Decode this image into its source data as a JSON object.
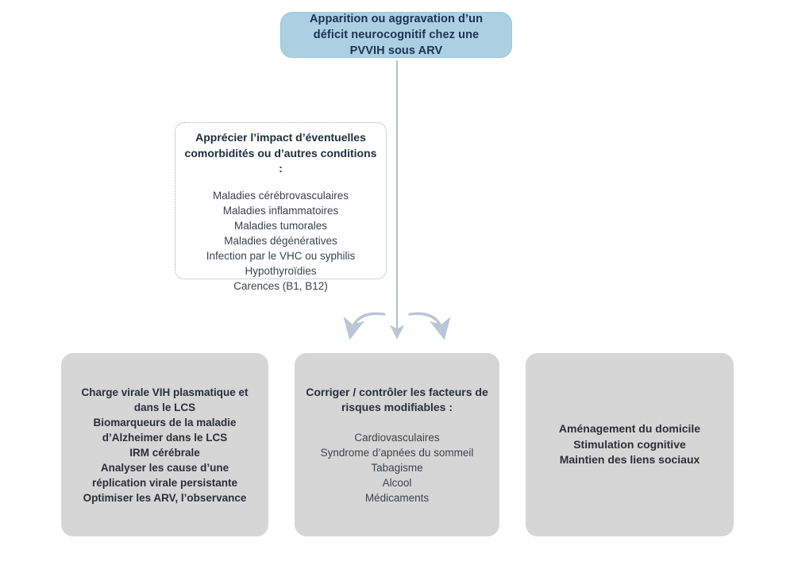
{
  "colors": {
    "top_node_fill": "#aad0e1",
    "top_node_text": "#1b3250",
    "dotted_border": "#9aaaa4",
    "gray_node_fill": "#d6d6d6",
    "arrow": "#b9c6d3",
    "background": "#ffffff"
  },
  "top_node": {
    "text": "Apparition ou aggravation d’un déficit neurocognitif chez une PVVIH sous ARV"
  },
  "comorbidities": {
    "header": "Apprécier l’impact d’éventuelles comorbidités ou d’autres conditions :",
    "items": [
      "Maladies cérébrovasculaires",
      "Maladies inflammatoires",
      "Maladies tumorales",
      "Maladies dégénératives",
      "Infection par le VHC ou syphilis",
      "Hypothyroïdies",
      "Carences (B1, B12)"
    ]
  },
  "virology_node": {
    "lines": [
      "Charge virale VIH plasmatique et dans le LCS",
      "Biomarqueurs de la maladie d’Alzheimer dans le LCS",
      "IRM cérébrale",
      "Analyser les cause d’une réplication virale persistante",
      "Optimiser les ARV, l’observance"
    ]
  },
  "risk_factors_node": {
    "header": "Corriger / contrôler les facteurs de risques modifiables :",
    "items": [
      "Cardiovasculaires",
      "Syndrome d’apnées du sommeil",
      "Tabagisme",
      "Alcool",
      "Médicaments"
    ]
  },
  "psychosocial_node": {
    "lines": [
      "Aménagement du domicile",
      "Stimulation cognitive",
      "Maintien des liens sociaux"
    ]
  }
}
